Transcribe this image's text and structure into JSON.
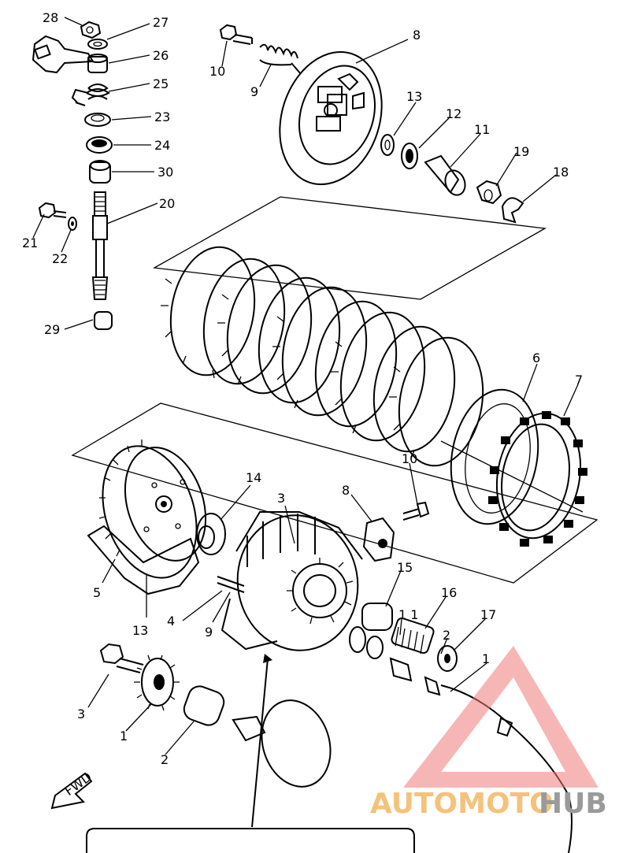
{
  "diagram": {
    "part_labels": [
      {
        "id": "p28",
        "text": "28"
      },
      {
        "id": "p27",
        "text": "27"
      },
      {
        "id": "p26",
        "text": "26"
      },
      {
        "id": "p25",
        "text": "25"
      },
      {
        "id": "p23",
        "text": "23"
      },
      {
        "id": "p24",
        "text": "24"
      },
      {
        "id": "p30",
        "text": "30"
      },
      {
        "id": "p20",
        "text": "20"
      },
      {
        "id": "p21",
        "text": "21"
      },
      {
        "id": "p22",
        "text": "22"
      },
      {
        "id": "p29",
        "text": "29"
      },
      {
        "id": "p10a",
        "text": "10"
      },
      {
        "id": "p9a",
        "text": "9"
      },
      {
        "id": "p8a",
        "text": "8"
      },
      {
        "id": "p13a",
        "text": "13"
      },
      {
        "id": "p12",
        "text": "12"
      },
      {
        "id": "p11a",
        "text": "11"
      },
      {
        "id": "p19",
        "text": "19"
      },
      {
        "id": "p18",
        "text": "18"
      },
      {
        "id": "p6",
        "text": "6"
      },
      {
        "id": "p7",
        "text": "7"
      },
      {
        "id": "p10b",
        "text": "10"
      },
      {
        "id": "p14",
        "text": "14"
      },
      {
        "id": "p3a",
        "text": "3"
      },
      {
        "id": "p8b",
        "text": "8"
      },
      {
        "id": "p15",
        "text": "15"
      },
      {
        "id": "p5",
        "text": "5"
      },
      {
        "id": "p13b",
        "text": "13"
      },
      {
        "id": "p4",
        "text": "4"
      },
      {
        "id": "p9b",
        "text": "9"
      },
      {
        "id": "p11b",
        "text": "1 1"
      },
      {
        "id": "p16",
        "text": "16"
      },
      {
        "id": "p17",
        "text": "17"
      },
      {
        "id": "p2a",
        "text": "2"
      },
      {
        "id": "p1a",
        "text": "1"
      },
      {
        "id": "p3b",
        "text": "3"
      },
      {
        "id": "p1b",
        "text": "1"
      },
      {
        "id": "p2b",
        "text": "2"
      }
    ],
    "fwd_marker": "FWD"
  },
  "watermark": {
    "part_a": "AUTOMOTO",
    "part_b": "HUB",
    "color_a": "#f4c27a",
    "color_b": "#9a9a9a",
    "logo_color": "#f07a7a"
  }
}
